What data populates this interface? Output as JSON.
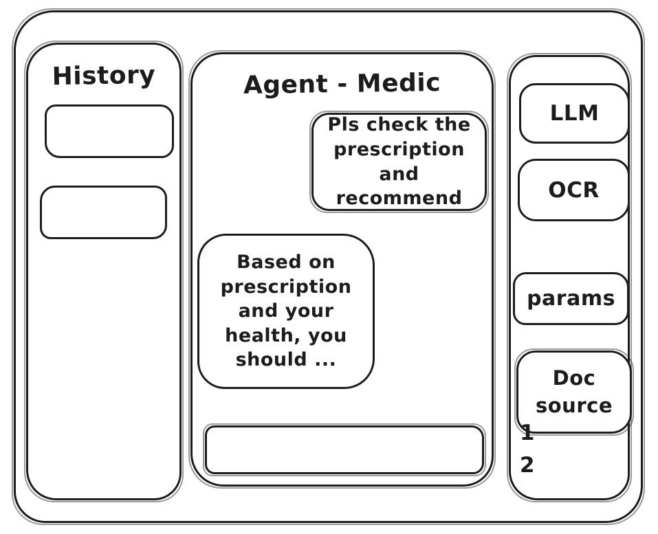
{
  "theme": {
    "ink": "#1c1c1c",
    "background": "#ffffff"
  },
  "sidebar": {
    "title": "History",
    "items": [
      {
        "label": ""
      },
      {
        "label": ""
      }
    ]
  },
  "chat": {
    "title": "Agent - Medic",
    "messages": [
      {
        "sender": "user",
        "alignment": "right",
        "text": "Pls check the\nprescription\nand recommend"
      },
      {
        "sender": "assistant",
        "alignment": "left",
        "text": "Based on\nprescription\nand your\nhealth, you\nshould ..."
      }
    ],
    "input": {
      "value": "",
      "placeholder": ""
    }
  },
  "tools": {
    "buttons": [
      {
        "label": "LLM"
      },
      {
        "label": "OCR"
      },
      {
        "label": "params"
      },
      {
        "label": "Doc\nsource"
      }
    ],
    "doc_items": [
      "1",
      "2"
    ]
  }
}
